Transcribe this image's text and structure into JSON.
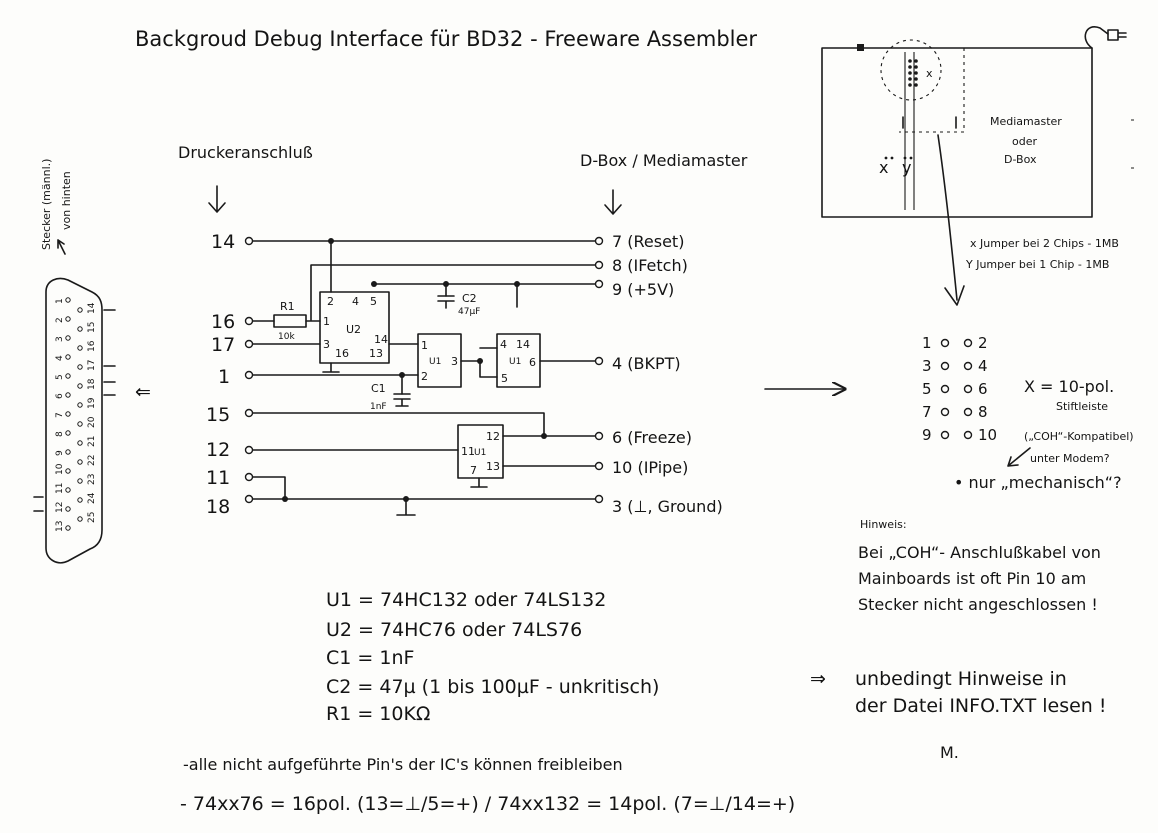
{
  "title": "Backgroud Debug Interface für BD32 - Freeware Assembler",
  "printer_port": {
    "heading": "Druckeranschluß",
    "pins": [
      "14",
      "16",
      "17",
      "1",
      "15",
      "12",
      "11",
      "18"
    ]
  },
  "dbox_port": {
    "heading": "D-Box / Mediamaster",
    "signals": [
      "7 (Reset)",
      "8 (IFetch)",
      "9 (+5V)",
      "4 (BKPT)",
      "6 (Freeze)",
      "10 (IPipe)",
      "3 (⊥, Ground)"
    ]
  },
  "components": {
    "r1": "R1",
    "r1_value": "10k",
    "c1": "C1",
    "c1_value": "1nF",
    "c2": "C2",
    "c2_value": "47µF",
    "u2": "U2",
    "u1": "U1",
    "u2_pins": [
      "2",
      "4",
      "5",
      "1",
      "14",
      "3",
      "16",
      "13"
    ],
    "u1a_pins": [
      "1",
      "2",
      "3"
    ],
    "u1b_pins": [
      "4",
      "14",
      "5",
      "6"
    ],
    "u1c_pins": [
      "12",
      "11",
      "13",
      "7"
    ]
  },
  "connector": {
    "label_line1": "Stecker (männl.)",
    "label_line2": "von hinten",
    "arrow": "⇐",
    "pin_numbers_left": [
      "1",
      "2",
      "3",
      "4",
      "5",
      "6",
      "7",
      "8",
      "9",
      "10",
      "11",
      "12",
      "13"
    ],
    "pin_numbers_right": [
      "14",
      "15",
      "16",
      "17",
      "18",
      "19",
      "20",
      "21",
      "22",
      "23",
      "24",
      "25"
    ]
  },
  "board": {
    "label": [
      "Mediamaster",
      "oder",
      "D-Box"
    ],
    "x_mark": "x",
    "y_mark": "y",
    "jumper_x": "x Jumper bei 2 Chips - 1MB",
    "jumper_y": "Y Jumper bei 1 Chip - 1MB"
  },
  "header_pins": {
    "rows": [
      [
        "1",
        "2"
      ],
      [
        "3",
        "4"
      ],
      [
        "5",
        "6"
      ],
      [
        "7",
        "8"
      ],
      [
        "9",
        "10"
      ]
    ],
    "desc": [
      "X = 10-pol.",
      "Stiftleiste",
      "(„COH“-Kompatibel)",
      "unter Modem?",
      "• nur „mechanisch“?"
    ]
  },
  "note": {
    "heading": "Hinweis:",
    "lines": [
      "Bei „COH“- Anschlußkabel von",
      "Mainboards ist oft Pin 10 am",
      "Stecker nicht angeschlossen !"
    ]
  },
  "reminder": {
    "arrow": "⇒",
    "line1": "unbedingt Hinweise in",
    "line2": "der Datei INFO.TXT lesen !",
    "signature": "M."
  },
  "parts_list": [
    "U1 = 74HC132 oder 74LS132",
    "U2 = 74HC76 oder 74LS76",
    "C1 = 1nF",
    "C2 = 47µ (1 bis 100µF - unkritisch)",
    "R1 = 10KΩ"
  ],
  "footer": {
    "line1": "-alle nicht aufgeführte Pin's der IC's können freibleiben",
    "line2": "- 74xx76 = 16pol. (13=⊥/5=+) / 74xx132 = 14pol. (7=⊥/14=+)"
  }
}
